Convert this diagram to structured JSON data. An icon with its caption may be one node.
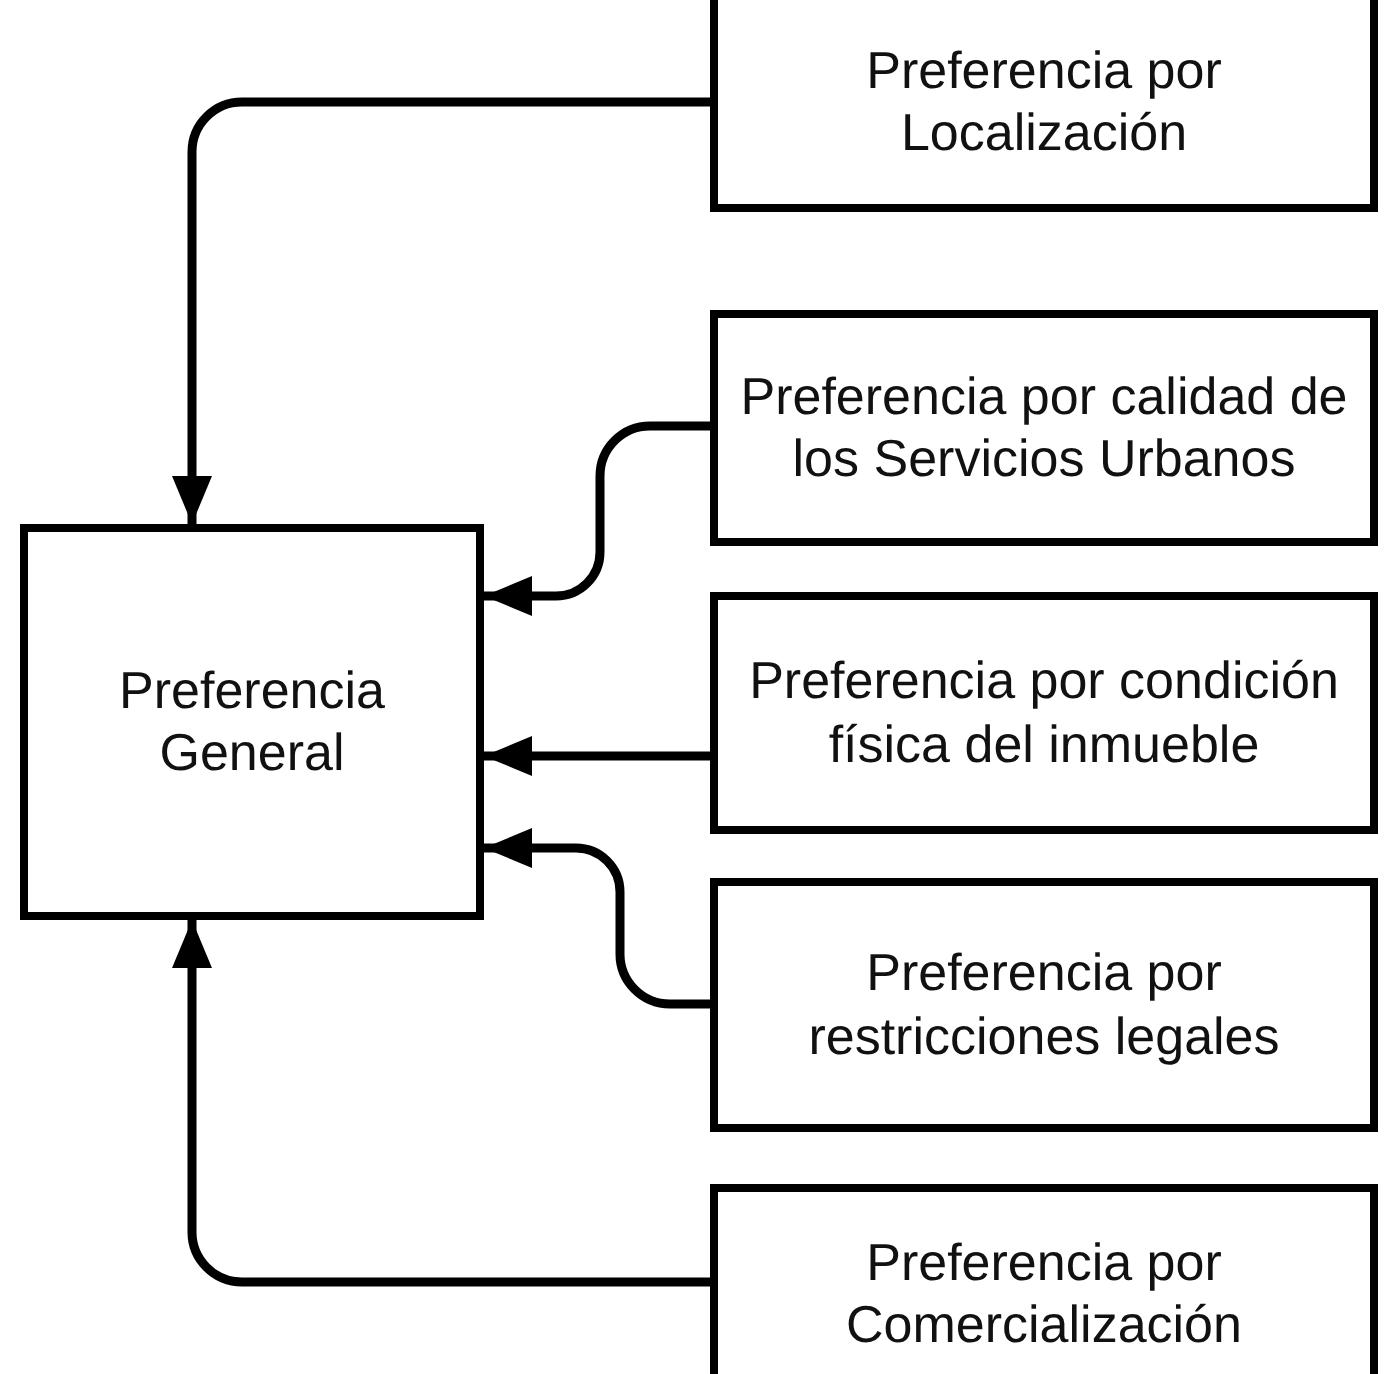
{
  "diagram": {
    "nodes": [
      {
        "text": [
          "Preferencia General"
        ]
      },
      {
        "text": [
          "Preferencia por Localización"
        ]
      },
      {
        "text": [
          "Preferencia por calidad de los Servicios Urbanos"
        ]
      },
      {
        "text": [
          "Preferencia por condición física del inmueble"
        ]
      },
      {
        "text": [
          "Preferencia por restricciones legales"
        ]
      },
      {
        "text": [
          "Preferencia por Comercialización"
        ]
      }
    ],
    "edges": [
      {
        "from": 1,
        "to": 0,
        "arrow": "to"
      },
      {
        "from": 2,
        "to": 0,
        "arrow": "to"
      },
      {
        "from": 3,
        "to": 0,
        "arrow": "to"
      },
      {
        "from": 4,
        "to": 0,
        "arrow": "to"
      },
      {
        "from": 5,
        "to": 0,
        "arrow": "to"
      }
    ]
  }
}
